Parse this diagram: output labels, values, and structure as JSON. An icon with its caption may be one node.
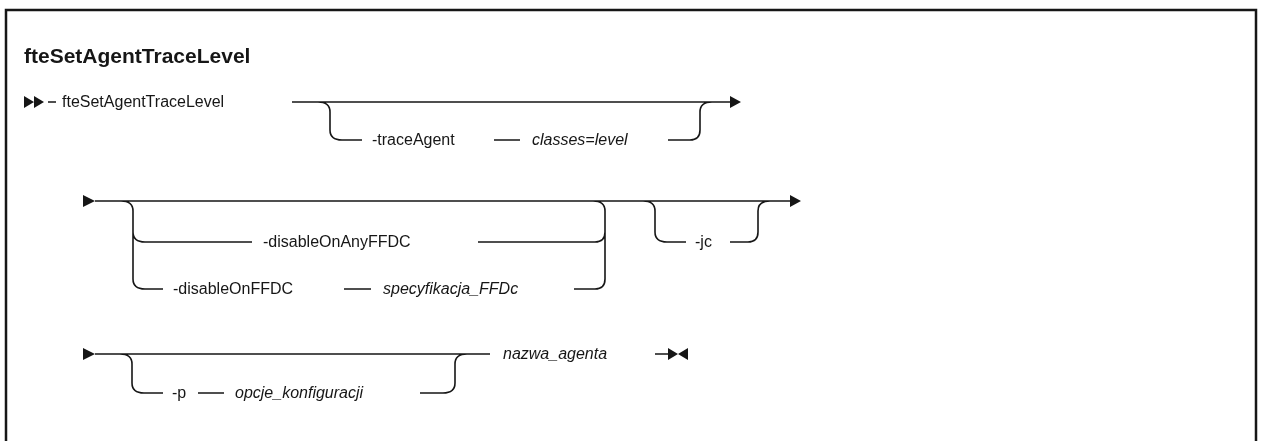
{
  "diagram": {
    "title": "fteSetAgentTraceLevel",
    "labels": [
      "fteSetAgentTraceLevel",
      "-traceAgent",
      "classes=level",
      "-disableOnAnyFFDC",
      "-disableOnFFDC",
      "specyfikacja_FFDc",
      "-jc",
      "-p",
      "opcje_konfiguracji",
      "nazwa_agenta"
    ]
  }
}
